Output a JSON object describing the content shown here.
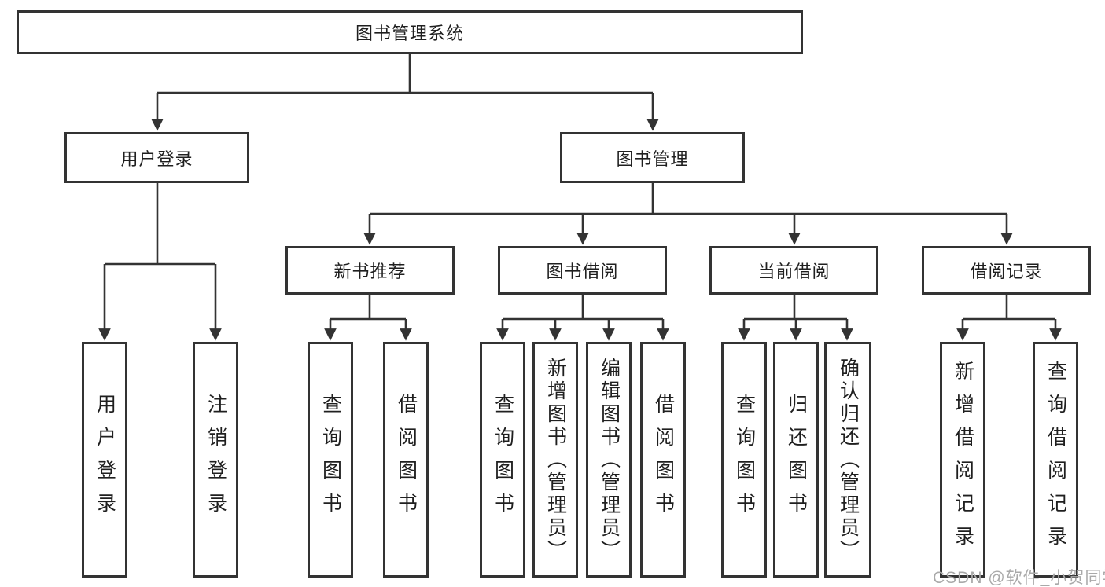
{
  "diagram": {
    "root_label": "图书管理系统",
    "level2": [
      {
        "label": "用户登录",
        "children": [
          "用户登录",
          "注销登录"
        ]
      },
      {
        "label": "图书管理",
        "sections": [
          {
            "label": "新书推荐",
            "children": [
              "查询图书",
              "借阅图书"
            ]
          },
          {
            "label": "图书借阅",
            "children": [
              "查询图书",
              "新增图书（管理员）",
              "编辑图书（管理员）",
              "借阅图书"
            ]
          },
          {
            "label": "当前借阅",
            "children": [
              "查询图书",
              "归还图书",
              "确认归还（管理员）"
            ]
          },
          {
            "label": "借阅记录",
            "children": [
              "新增借阅记录",
              "查询借阅记录"
            ]
          }
        ]
      }
    ],
    "colors": {
      "line": "#333333",
      "text": "#1f1f1f",
      "watermark": "#a9a9a9",
      "background": "#ffffff"
    },
    "watermark": "CSDN @软件_小贺同学"
  }
}
